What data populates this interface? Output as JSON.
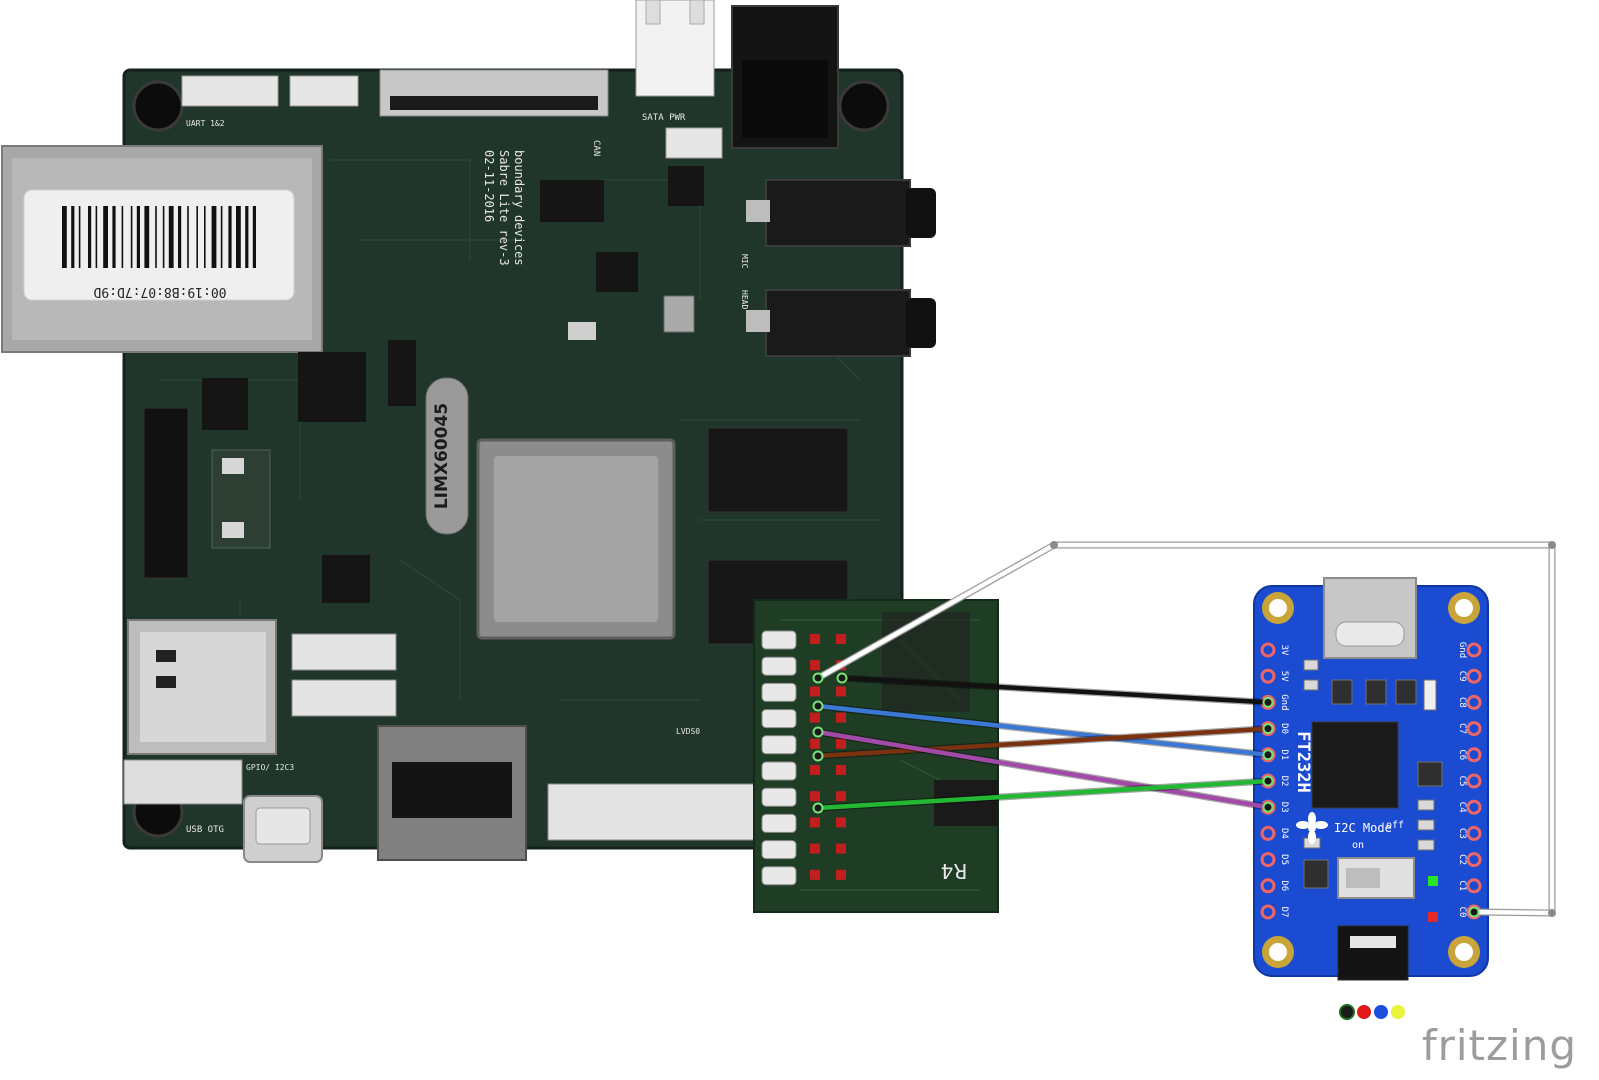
{
  "main_board": {
    "chip_label": "LIMX60045",
    "board_text_lines": [
      "boundary devices",
      "Sabre Lite rev-3",
      "02-11-2016"
    ],
    "barcode_text": "00:19:B8:07:7D:9D",
    "connector_labels": {
      "sata_pwr": "SATA PWR",
      "can": "CAN",
      "mic": "MIC",
      "head": "HEAD",
      "usb_otg": "USB OTG",
      "i2c3": "GPIO/\nI2C3",
      "lvds0": "LVDS0",
      "uart": "UART 1&2"
    }
  },
  "adapter_board": {
    "label": "R4",
    "pin_count": 10
  },
  "ft232h": {
    "chip_label": "FT232H",
    "mode_label": "I2C Mode",
    "switch_on": "on",
    "switch_off": "off",
    "left_pins": [
      "3V",
      "5V",
      "Gnd",
      "D0",
      "D1",
      "D2",
      "D3",
      "D4",
      "D5",
      "D6",
      "D7"
    ],
    "right_pins": [
      "Gnd",
      "C9",
      "C8",
      "C7",
      "C6",
      "C5",
      "C4",
      "C3",
      "C2",
      "C1",
      "C0"
    ],
    "board_color": "#1a4bd1"
  },
  "wires": [
    {
      "from": "adapter-pin-1",
      "to": "C0",
      "color": "#ffffff"
    },
    {
      "from": "adapter-pin-1b",
      "to": "Gnd",
      "color": "#111111"
    },
    {
      "from": "adapter-pin-3",
      "to": "D1",
      "color": "#3a78d4"
    },
    {
      "from": "adapter-pin-4",
      "to": "D0",
      "color": "#7a3210"
    },
    {
      "from": "adapter-pin-4b",
      "to": "D3",
      "color": "#a34aa8"
    },
    {
      "from": "adapter-pin-6",
      "to": "D2",
      "color": "#22b833"
    }
  ],
  "watermark": "fritzing"
}
